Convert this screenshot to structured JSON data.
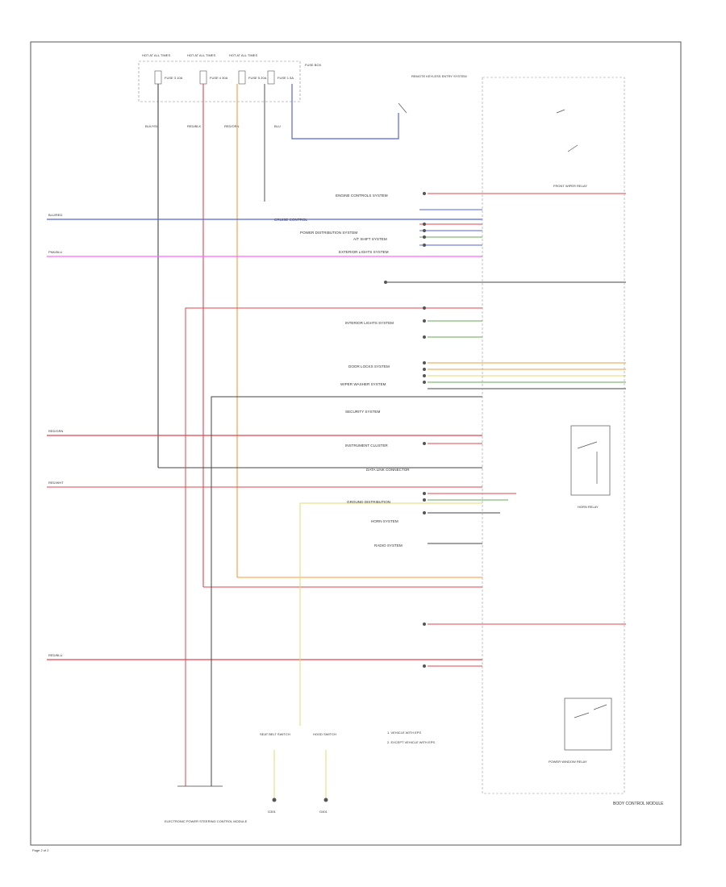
{
  "colors": {
    "frame": "#555555",
    "black_wire": "#444444",
    "red_wire": "#e0454d",
    "pink_wire": "#ff66ff",
    "blue_wire": "#5566dd",
    "orange_wire": "#ff9933",
    "yellow_wire": "#e8d870",
    "green_wire": "#66aa55",
    "dashed_box": "#999999"
  },
  "fuses": [
    {
      "top_label": "HOT AT ALL TIMES",
      "fuse": "FUSE 3 10A",
      "wire": "BLK/YEL"
    },
    {
      "top_label": "HOT AT ALL TIMES",
      "fuse": "FUSE 4 30A",
      "wire": "RED/BLK"
    },
    {
      "top_label": "HOT AT ALL TIMES",
      "fuse": "FUSE 5 20A",
      "wire": "RED/ORN"
    },
    {
      "top_label": "",
      "fuse": "FUSE 1 5A",
      "wire": "BLU"
    }
  ],
  "fuse_box_label": "FUSE BOX",
  "switch_label": "REMOTE KEYLESS ENTRY SYSTEM",
  "left_connectors": [
    {
      "text": "BLU/RED"
    },
    {
      "text": "PNK/BLU"
    },
    {
      "text": "RED/GRN"
    },
    {
      "text": "RED/WHT"
    },
    {
      "text": "RED/BLU"
    }
  ],
  "row_labels": [
    "ENGINE CONTROLS SYSTEM",
    "CRUISE CONTROL",
    "POWER DISTRIBUTION SYSTEM",
    "A/T SHIFT SYSTEM",
    "EXTERIOR LIGHTS SYSTEM",
    "INTERIOR LIGHTS SYSTEM",
    "DOOR LOCKS SYSTEM",
    "WIPER WASHER SYSTEM",
    "SECURITY SYSTEM",
    "INSTRUMENT CLUSTER",
    "DATA LINK CONNECTOR",
    "GROUND DISTRIBUTION",
    "HORN SYSTEM",
    "RADIO SYSTEM"
  ],
  "right_components": {
    "relay_top": "FRONT WIPER RELAY",
    "relay_mid": "HORN RELAY",
    "relay_bottom": "POWER WINDOW RELAY",
    "module": "BODY CONTROL MODULE"
  },
  "bottom_components": {
    "left_module": "ELECTRONIC POWER STEERING CONTROL MODULE",
    "switch_a": "SEAT BELT SWITCH",
    "switch_b": "HOOD SWITCH",
    "ground_a": "G301",
    "ground_b": "G401"
  },
  "legend": [
    "1. VEHICLE WITH EPS",
    "2. EXCEPT VEHICLE WITH EPS"
  ],
  "page_ref": "Page 2 of 2"
}
